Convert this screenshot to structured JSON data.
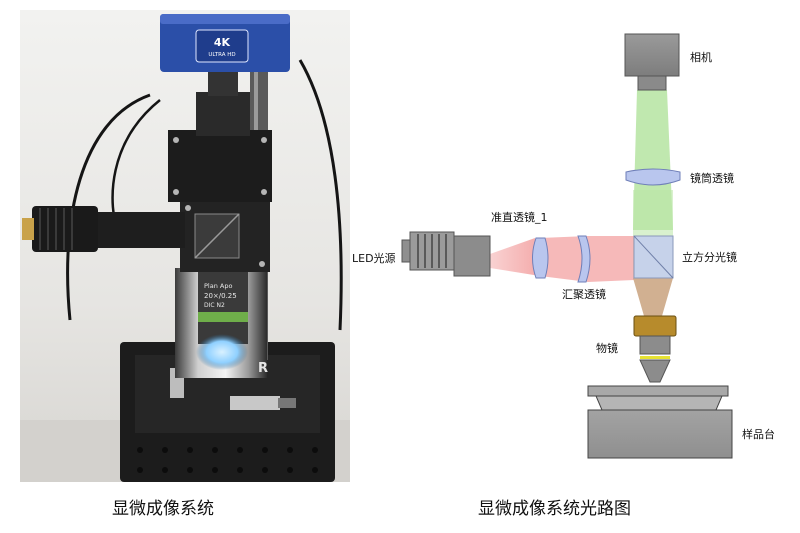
{
  "photo": {
    "caption": "显微成像系统",
    "camera_badge": {
      "line1": "4K",
      "line2": "ULTRA HD"
    },
    "objective_text": {
      "line1": "Plan Apo",
      "line2": "20×/0.25",
      "line3": "DIC N2"
    },
    "brand_mark": "R"
  },
  "diagram": {
    "caption": "显微成像系统光路图",
    "labels": {
      "camera": "相机",
      "tube_lens": "镜筒透镜",
      "collimator": "准直透镜_1",
      "led": "LED光源",
      "beam_splitter": "立方分光镜",
      "condenser": "汇聚透镜",
      "objective": "物镜",
      "stage": "样品台"
    },
    "colors": {
      "green_beam": "#b9e6a6",
      "red_beam": "#f4a6a6",
      "brown_beam": "#c9a27e",
      "lens": "#b9c6ee",
      "objective_gold": "#b78b2c",
      "stage_gray": "#9a9a9a"
    }
  }
}
